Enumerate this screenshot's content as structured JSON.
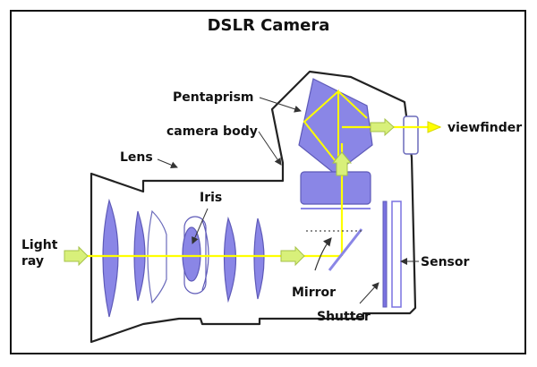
{
  "title": "DSLR Camera",
  "labels": {
    "pentaprism": "Pentaprism",
    "camera_body": "camera body",
    "lens": "Lens",
    "iris": "Iris",
    "light_ray_line1": "Light",
    "light_ray_line2": "ray",
    "viewfinder": "viewfinder",
    "sensor": "Sensor",
    "mirror": "Mirror",
    "shutter": "Shutter"
  },
  "colors": {
    "component_fill": "#8a86e6",
    "component_stroke": "#5e5ab8",
    "ray": "#ffff00",
    "arrow_fill": "#d8f07a",
    "arrow_stroke": "#a6c24a",
    "outline": "#222222"
  }
}
